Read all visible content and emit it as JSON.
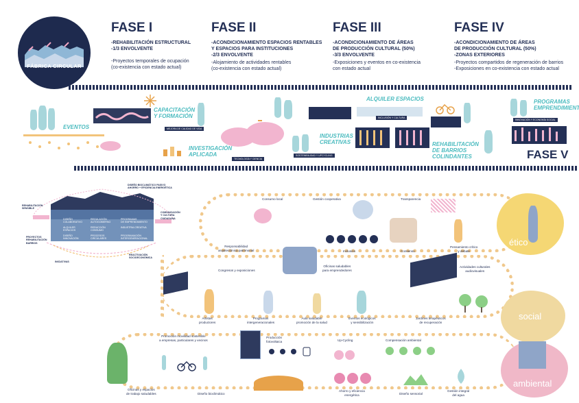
{
  "logo": {
    "text": "FÁBRICA CIRCULAR"
  },
  "phases": [
    {
      "title": "FASE I",
      "lines": [
        "-REHABILITACIÓN ESTRUCTURAL",
        "-1/3 ENVOLVENTE"
      ],
      "notes": [
        "-Proyectos temporales de ocupación",
        "(co-existencia con estado actual)"
      ]
    },
    {
      "title": "FASE II",
      "lines": [
        "-ACONDICIONAMIENTO  ESPACIOS RENTABLES",
        "Y ESPACIOS PARA INSTITUCIONES",
        "-2/3 ENVOLVENTE"
      ],
      "notes": [
        "-Alojamiento de actividades rentables",
        "(co-existencia con estado actual)"
      ]
    },
    {
      "title": "FASE III",
      "lines": [
        "-ACONDICIONAMIENTO DE ÁREAS",
        "DE PRODUCCIÓN CULTURAL (50%)",
        "-3/3 ENVOLVENTE"
      ],
      "notes": [
        "-Exposiciones y eventos en co-existencia",
        "con estado actual"
      ]
    },
    {
      "title": "FASE IV",
      "lines": [
        "-ACONDICIONAMIENTO DE ÁREAS",
        "DE PRODUCCIÓN CULTURAL (50%)",
        "-ZONAS EXTERIORES"
      ],
      "notes": [
        "-Proyectos compartidos de regeneración de barrios",
        "-Exposiciones en co-existencia con estado actual"
      ]
    }
  ],
  "band": {
    "eventos": "EVENTOS",
    "capacitacion": "CAPACITACIÓN\nY FORMACIÓN",
    "investigacion": "INVESTIGACIÓN\nAPLICADA",
    "industrias": "INDUSTRIAS\nCREATIVAS",
    "alquiler": "ALQUILER ESPACIOS",
    "rehabilitacion": "REHABILITACIÓN\nDE BARRIOS\nCOLINDANTES",
    "programas": "PROGRAMAS\nEMPRENDIMIENTO",
    "fase5": "FASE V",
    "tags": {
      "mejora": "MEJORA DE CALIDAD DE VIDA",
      "tecnologia": "TECNOLOGÍA Y CIENCIA",
      "sostenibilidad": "SOSTENIBILIDAD Y UPCYCLING",
      "inclusion": "INCLUSIÓN Y CULTURA",
      "innovacion": "INNOVACIÓN Y ECONOMÍA SOCIAL"
    }
  },
  "diagram": {
    "top_label": "DISEÑO BIOCLIMÁTICO PASIVO\nAHORRO + EFICIENCIA ENERGÉTICA",
    "left1": "REHABILITACIÓN\nSENSIBLE",
    "left2": "PROYECTOS\nREHABILITACIÓN\nBARRIOS",
    "right1": "COMUNICACIÓN\nY CULTURA\nCIUDADANA",
    "right2": "REACTIVACIÓN\nSOCIOECONÓMICA",
    "bottom": "INICIATIVAS",
    "inner": [
      "DISEÑO\nCOLABORATIVO",
      "REGULACIÓN\nAUTOGOBIERNO",
      "PROGRAMAS\nDE EMPRENDIMIENTO",
      "ALQUILER\nESPACIOS",
      "REDUCCIÓN\nCONSUMO",
      "INDUSTRIA CREATIVA",
      "DISEÑO\nINNOVACIÓN",
      "PROCESOS\nCIRCULARES",
      "PROGRAMACIÓN\nINTERGENERACIONAL"
    ]
  },
  "etico": {
    "blob": "ético",
    "labels": {
      "consumo": "Consumo local",
      "gestion": "Gestión cooperativa",
      "transparencia": "Transparencia",
      "responsabilidad": "Responsabilidad\narquitectónica patrimonial",
      "inclusion": "Inclusión",
      "consenso": "Consenso",
      "pensamiento": "Pensamiento crítico\ny debate"
    }
  },
  "social": {
    "blob": "social",
    "labels": {
      "congresos": "Congresos y exposiciones",
      "oficinas": "Oficinas saludables\npara emprendedores",
      "actividades": "Actividades culturales\naudiovisuales",
      "artistas": "Artistas\nproductores",
      "programas": "Programas\nintergeneracionales",
      "aula": "Aula saludable\npromoción de la salud",
      "eventos": "Eventos ecológicos\ny sensibilización",
      "jardines": "Jardines terapéuticos\nde recuperación"
    }
  },
  "ambiental": {
    "blob": "ambiental",
    "labels": {
      "promocion": "Promoción movilidad sostenible\na empresas, particulares y vecinos",
      "produccion": "Producción\nfotovoltaica",
      "upcycling": "Up-Cycling",
      "compensacion": "Compensación ambiental",
      "oficinas": "Oficinas y espacios\nde trabajo saludables",
      "diseno": "Diseño bioclimático",
      "ahorro": "Ahorro y eficiencia\nenergética",
      "sensorial": "Diseño sensorial",
      "gestion": "Gestión integral\ndel agua"
    }
  },
  "colors": {
    "navy": "#243056",
    "teal": "#4dbcc0",
    "dots": "#f0c88c",
    "etico": "#f5d774",
    "social": "#f0d9a0",
    "ambiental": "#f0b8c8"
  }
}
